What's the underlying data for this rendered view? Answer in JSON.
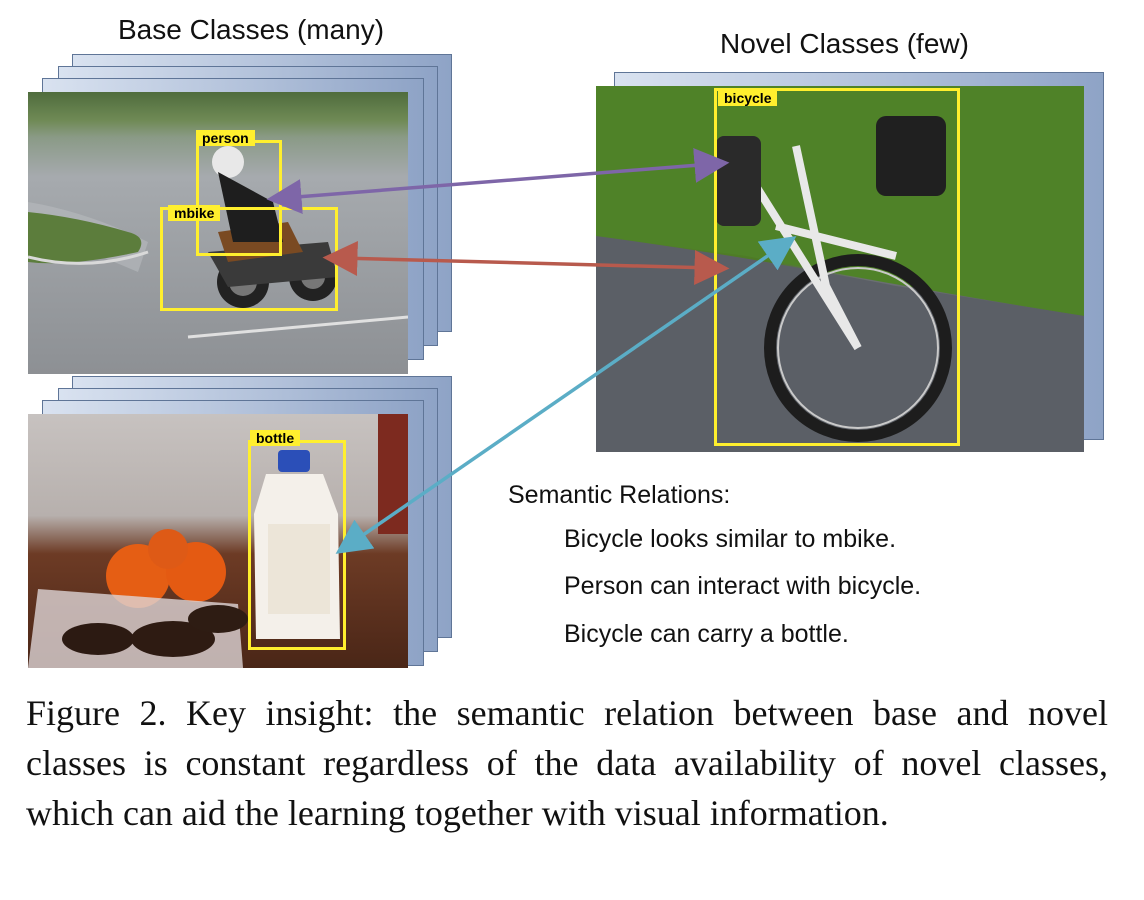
{
  "figure": {
    "base_heading": "Base Classes (many)",
    "novel_heading": "Novel Classes (few)",
    "box_labels": {
      "person": "person",
      "mbike": "mbike",
      "bottle": "bottle",
      "bicycle": "bicycle"
    },
    "relations_title": "Semantic Relations:",
    "relations": [
      "Bicycle looks similar to mbike.",
      "Person can interact with bicycle.",
      "Bicycle can carry a bottle."
    ],
    "colors": {
      "person_arrow": "#7e66a8",
      "mbike_arrow": "#b85a4d",
      "bottle_arrow": "#5badc6",
      "bbox": "#ffef2e",
      "stack_border": "#5f7597"
    },
    "photos": [
      "motorcyclist on track",
      "milk bottle with oranges and cookies",
      "bicycle on grass"
    ]
  },
  "caption": "Figure 2. Key insight: the semantic relation between base and novel classes is constant regardless of the data availability of novel classes, which can aid the learning together with visual information."
}
